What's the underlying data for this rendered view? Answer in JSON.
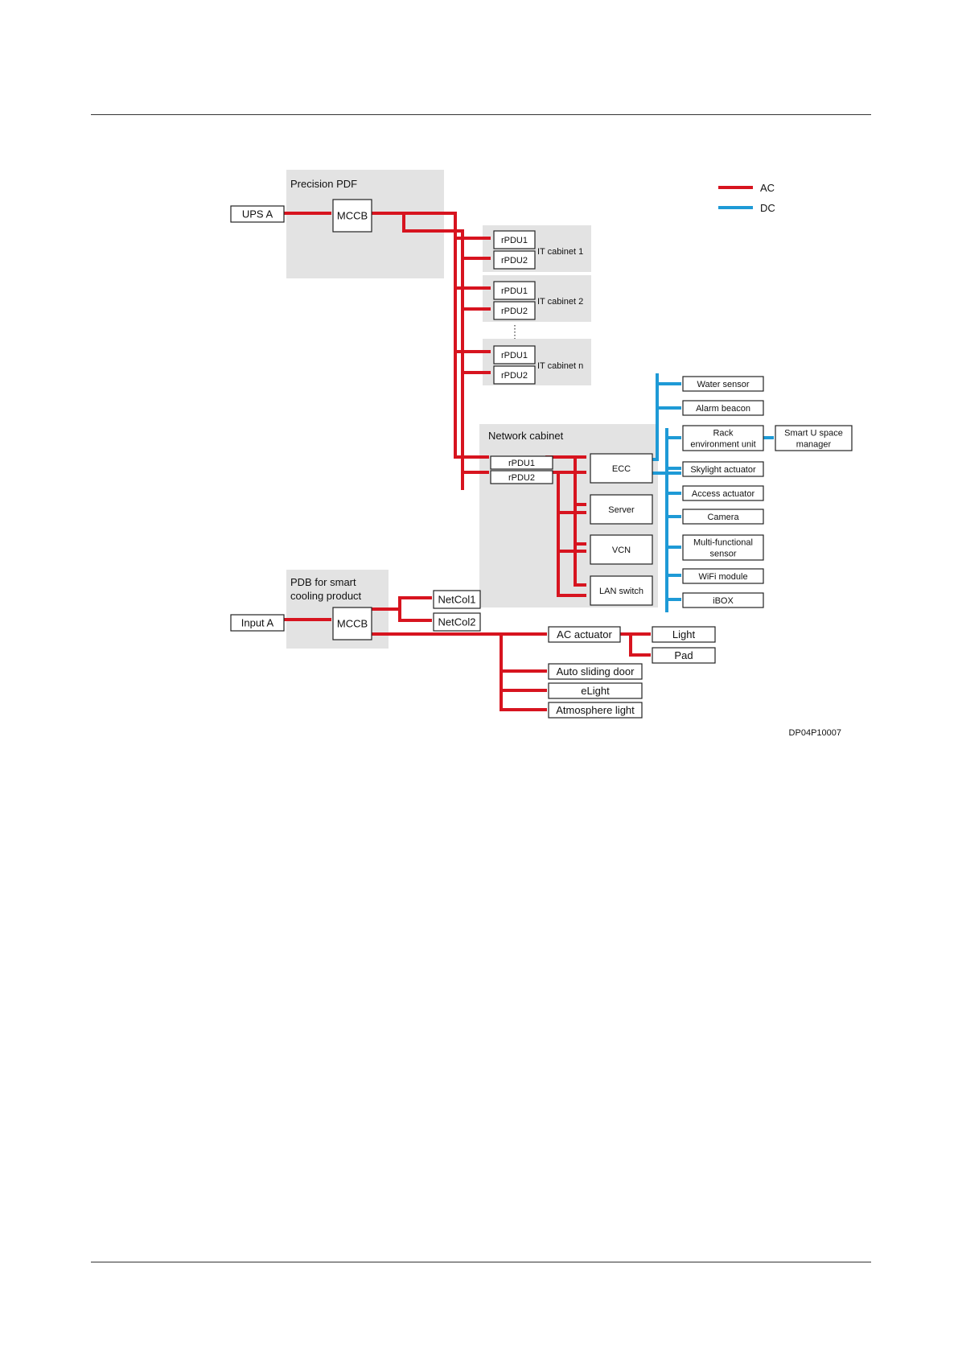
{
  "legend": {
    "ac": "AC",
    "dc": "DC"
  },
  "colors": {
    "ac": "#d7141f",
    "dc": "#1e9ad6",
    "group_bg": "#e3e3e3"
  },
  "groups": {
    "precision_pdf": "Precision PDF",
    "network_cabinet": "Network cabinet",
    "pdb_smart_cooling": "PDB for smart cooling product"
  },
  "inputs": {
    "ups_a": "UPS A",
    "input_a": "Input A"
  },
  "breakers": {
    "mccb_top": "MCCB",
    "mccb_bottom": "MCCB"
  },
  "it_cabinets": [
    {
      "name": "IT cabinet 1",
      "pdu1": "rPDU1",
      "pdu2": "rPDU2"
    },
    {
      "name": "IT cabinet 2",
      "pdu1": "rPDU1",
      "pdu2": "rPDU2"
    },
    {
      "name": "IT cabinet n",
      "pdu1": "rPDU1",
      "pdu2": "rPDU2"
    }
  ],
  "network_cabinet": {
    "pdu1": "rPDU1",
    "pdu2": "rPDU2",
    "devices": [
      "ECC",
      "Server",
      "VCN",
      "LAN switch"
    ]
  },
  "dc_devices": {
    "water_sensor": "Water sensor",
    "alarm_beacon": "Alarm beacon",
    "rack_env_unit": [
      "Rack",
      "environment unit"
    ],
    "smart_u_space": [
      "Smart U space",
      "manager"
    ],
    "skylight_actuator": "Skylight actuator",
    "access_actuator": "Access actuator",
    "camera": "Camera",
    "multi_functional_sensor": [
      "Multi-functional",
      "sensor"
    ],
    "wifi_module": "WiFi module",
    "ibox": "iBOX"
  },
  "cooling": {
    "netcol1": "NetCol1",
    "netcol2": "NetCol2"
  },
  "ac_loads": {
    "ac_actuator": "AC actuator",
    "light": "Light",
    "pad": "Pad",
    "auto_sliding_door": "Auto sliding door",
    "elight": "eLight",
    "atmosphere_light": "Atmosphere light"
  },
  "figure_id": "DP04P10007"
}
